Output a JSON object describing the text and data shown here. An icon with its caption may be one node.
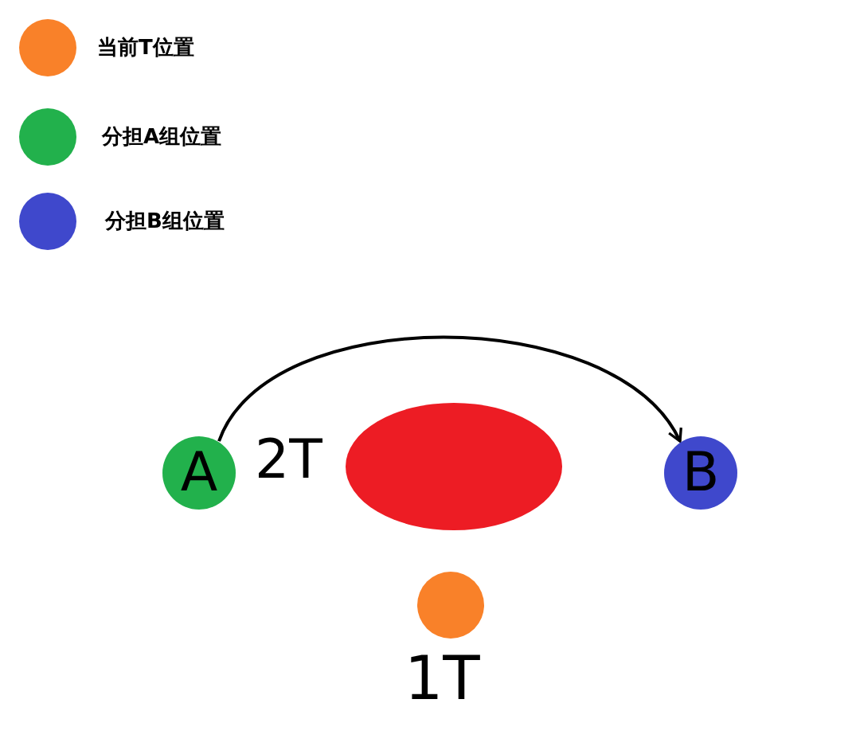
{
  "diagram": {
    "nodes": [
      {
        "text": [
          "A"
        ],
        "beside": [
          "2T"
        ]
      },
      {
        "text": [],
        "shape": "ellipse"
      },
      {
        "text": [
          "B"
        ]
      },
      {
        "text": [],
        "shape": "circle",
        "beside": [
          "1T"
        ]
      }
    ],
    "edges": [
      {
        "from": 0,
        "to": 2,
        "arrow": "to"
      }
    ],
    "legend": [
      {
        "text": "当前T位置",
        "color": "#f98129"
      },
      {
        "text": "分担A组位置",
        "color": "#22b14c"
      },
      {
        "text": "分担B组位置",
        "color": "#3f48cc"
      }
    ]
  }
}
